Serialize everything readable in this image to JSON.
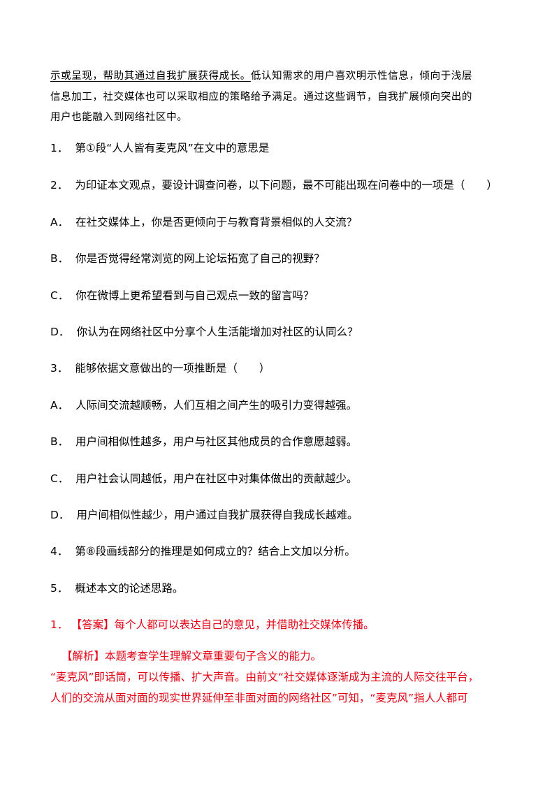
{
  "passage": {
    "line1_underlined": "示或呈现，帮助其通过自我扩展获得成长。",
    "line1_rest": "低认知需求的用户喜欢明示性信息，倾向于浅层",
    "line2": "信息加工，社交媒体也可以采取相应的策略给予满足。通过这些调节，自我扩展倾向突出的",
    "line3": "用户也能融入到网络社区中。"
  },
  "questions": [
    {
      "num": "1．",
      "text": "第①段“人人皆有麦克风”在文中的意思是"
    },
    {
      "num": "2．",
      "text": "为印证本文观点，要设计调查问卷，以下问题，最不可能出现在问卷中的一项是（　　）"
    },
    {
      "num": "3．",
      "text": "能够依据文意做出的一项推断是（　　）"
    },
    {
      "num": "4．",
      "text": "第⑧段画线部分的推理是如何成立的？结合上文加以分析。"
    },
    {
      "num": "5．",
      "text": "概述本文的论述思路。"
    }
  ],
  "q2_options": [
    {
      "label": "A．",
      "text": "在社交媒体上，你是否更倾向于与教育背景相似的人交流？"
    },
    {
      "label": "B．",
      "text": "你是否觉得经常浏览的网上论坛拓宽了自己的视野？"
    },
    {
      "label": "C．",
      "text": "你在微博上更希望看到与自己观点一致的留言吗？"
    },
    {
      "label": "D．",
      "text": "你认为在网络社区中分享个人生活能增加对社区的认同么？"
    }
  ],
  "q3_options": [
    {
      "label": "A．",
      "text": "人际间交流越顺畅，人们互相之间产生的吸引力变得越强。"
    },
    {
      "label": "B．",
      "text": "用户间相似性越多，用户与社区其他成员的合作意愿越弱。"
    },
    {
      "label": "C．",
      "text": "用户社会认同越低，用户在社区中对集体做出的贡献越少。"
    },
    {
      "label": "D．",
      "text": "用户间相似性越少，用户通过自我扩展获得自我成长越难。"
    }
  ],
  "answer": {
    "num": "1．",
    "tag": "【答案】",
    "text": "每个人都可以表达自己的意见，并借助社交媒体传播。",
    "analysis_tag": "【解析】",
    "analysis_text": "本题考查学生理解文章重要句子含义的能力。",
    "line2": "“麦克风”即话筒，可以传播、扩大声音。由前文“社交媒体逐渐成为主流的人际交往平台，",
    "line3": "人们的交流从面对面的现实世界延伸至非面对面的网络社区”可知，“麦克风”指人人都可"
  },
  "colors": {
    "text": "#000000",
    "answer": "#e60012"
  }
}
